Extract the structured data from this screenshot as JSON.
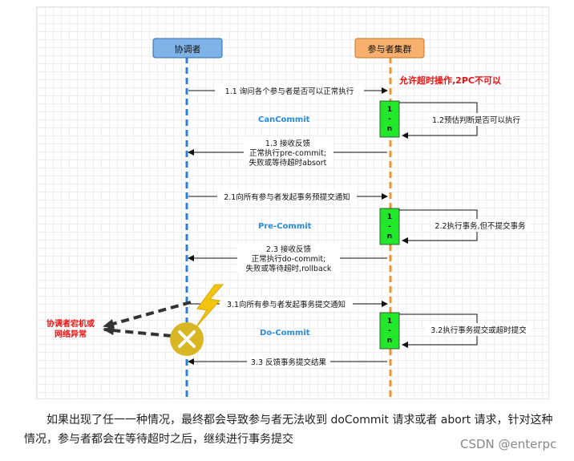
{
  "diagram": {
    "coordinator": "协调者",
    "participants": "参与者集群",
    "note_timeout": "允许超时操作,2PC不可以",
    "phase1": "CanCommit",
    "phase2": "Pre-Commit",
    "phase3": "Do-Commit",
    "box_label": "1\n-\nn",
    "msg_1_1": "1.1 询问各个参与者是否可以正常执行",
    "msg_1_2": "1.2预估判断是否可以执行",
    "msg_1_3": [
      "1.3 接收反馈",
      "正常执行pre-commit;",
      "失败或等待超时absort"
    ],
    "msg_2_1": "2.1向所有参与者发起事务预提交通知",
    "msg_2_2": "2.2执行事务,但不提交事务",
    "msg_2_3": [
      "2.3 接收反馈",
      "正常执行do-commit;",
      "失败或等待超时,rollback"
    ],
    "msg_3_1": "3.1向所有参与者发起事务提交通知",
    "msg_3_2": "3.2执行事务提交或超时提交",
    "msg_3_3": "3.3 反馈事务提交结果",
    "failure_label": [
      "协调者宕机或",
      "网络异常"
    ],
    "colors": {
      "coordinator_fill": "#7fb2e6",
      "coordinator_line": "#2c7fd8",
      "participant_fill": "#f7b06e",
      "participant_line": "#f0932c",
      "phase_text": "#2b8be0",
      "box_fill": "#22e82c",
      "warning_red": "#ee1111",
      "failure_circle": "#d8b624",
      "lightning": "#f2c411"
    }
  },
  "caption": "如果出现了任一一种情况，最终都会导致参与者无法收到 doCommit 请求或者 abort 请求，针对这种情况，参与者都会在等待超时之后，继续进行事务提交",
  "watermark": "CSDN @enterpc"
}
